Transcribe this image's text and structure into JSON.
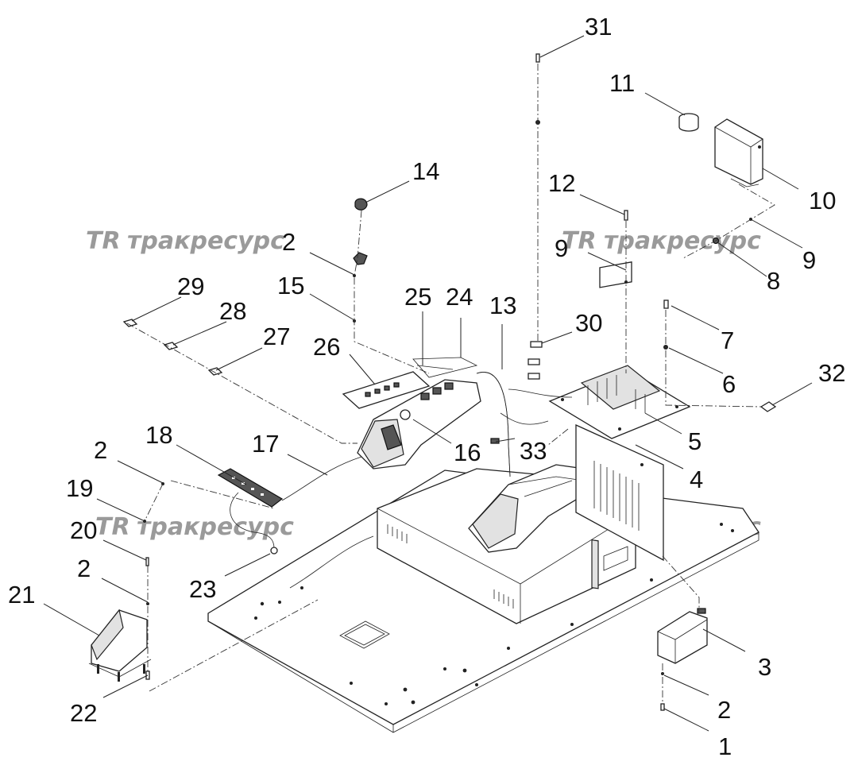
{
  "diagram": {
    "callouts": [
      {
        "id": "c31",
        "label": "31"
      },
      {
        "id": "c11",
        "label": "11"
      },
      {
        "id": "c14",
        "label": "14"
      },
      {
        "id": "c12",
        "label": "12"
      },
      {
        "id": "c10",
        "label": "10"
      },
      {
        "id": "c2a",
        "label": "2"
      },
      {
        "id": "c9a",
        "label": "9"
      },
      {
        "id": "c9b",
        "label": "9"
      },
      {
        "id": "c8",
        "label": "8"
      },
      {
        "id": "c15",
        "label": "15"
      },
      {
        "id": "c29",
        "label": "29"
      },
      {
        "id": "c25",
        "label": "25"
      },
      {
        "id": "c24",
        "label": "24"
      },
      {
        "id": "c13",
        "label": "13"
      },
      {
        "id": "c28",
        "label": "28"
      },
      {
        "id": "c30",
        "label": "30"
      },
      {
        "id": "c7",
        "label": "7"
      },
      {
        "id": "c27",
        "label": "27"
      },
      {
        "id": "c26",
        "label": "26"
      },
      {
        "id": "c6",
        "label": "6"
      },
      {
        "id": "c32",
        "label": "32"
      },
      {
        "id": "c18",
        "label": "18"
      },
      {
        "id": "c17",
        "label": "17"
      },
      {
        "id": "c5",
        "label": "5"
      },
      {
        "id": "c16",
        "label": "16"
      },
      {
        "id": "c33",
        "label": "33"
      },
      {
        "id": "c2b",
        "label": "2"
      },
      {
        "id": "c4",
        "label": "4"
      },
      {
        "id": "c19",
        "label": "19"
      },
      {
        "id": "c20",
        "label": "20"
      },
      {
        "id": "c2c",
        "label": "2"
      },
      {
        "id": "c21",
        "label": "21"
      },
      {
        "id": "c23",
        "label": "23"
      },
      {
        "id": "c3",
        "label": "3"
      },
      {
        "id": "c2d",
        "label": "2"
      },
      {
        "id": "c22",
        "label": "22"
      },
      {
        "id": "c1",
        "label": "1"
      }
    ],
    "watermark": {
      "logo_letters": "TR",
      "text": "тракресурс"
    }
  }
}
